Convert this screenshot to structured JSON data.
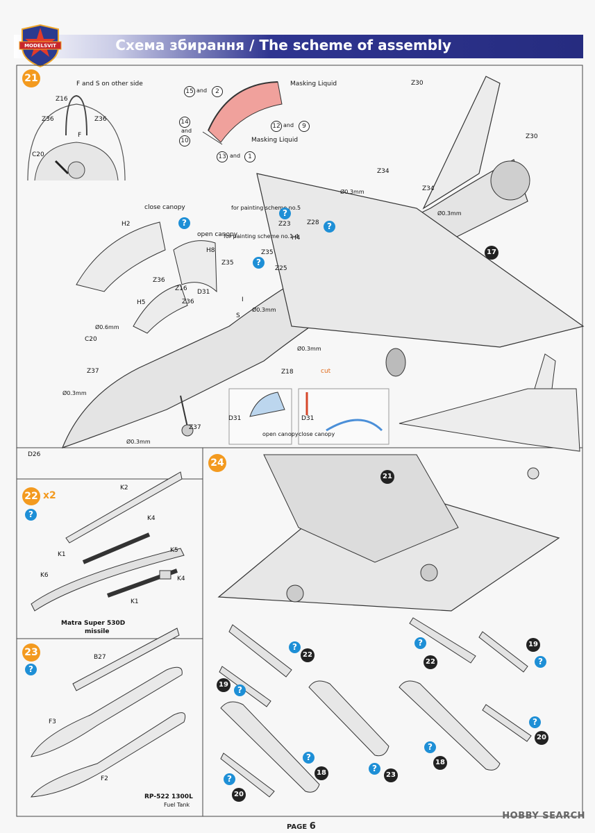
{
  "header": {
    "title": "Схема збирання / The scheme of assembly",
    "brand": "MODELSVIT"
  },
  "steps": {
    "s21": "21",
    "s22": "22",
    "s22_mult": "x2",
    "s23": "23",
    "s24": "24"
  },
  "step21": {
    "note_flare": "F and S on other side",
    "labels": {
      "z16": "Z16",
      "z36a": "Z36",
      "z36b": "Z36",
      "f": "F",
      "c20": "C20",
      "masking1": "Masking Liquid",
      "masking2": "Masking Liquid",
      "z30a": "Z30",
      "z30b": "Z30",
      "z34a": "Z34",
      "z34b": "Z34",
      "d03a": "Ø0.3mm",
      "d03b": "Ø0.3mm",
      "d03c": "Ø0.3mm",
      "d03d": "Ø0.3mm",
      "d03e": "Ø0.3mm",
      "d03f": "Ø0.3mm",
      "d06": "Ø0.6mm",
      "close_canopy": "close canopy",
      "open_canopy": "open canopy",
      "h2": "H2",
      "h8": "H8",
      "h5": "H5",
      "h4": "H4",
      "z36c": "Z36",
      "z16b": "Z16",
      "z36d": "Z36",
      "d31": "D31",
      "paint5": "for painting scheme no.5",
      "paint14": "for painting scheme no.1-4",
      "z23": "Z23",
      "z28": "Z28",
      "z35a": "Z35",
      "z35b": "Z35",
      "z25": "Z25",
      "i": "I",
      "s": "S",
      "c20b": "C20",
      "z37a": "Z37",
      "z37b": "Z37",
      "d26": "D26",
      "z18": "Z18",
      "d31b": "D31",
      "d31c": "D31",
      "open_canopy2": "open canopy",
      "close_canopy2": "close canopy",
      "cut": "cut",
      "ref17": "17"
    },
    "nums": {
      "n15": "15",
      "n2": "2",
      "n14": "14",
      "n10": "10",
      "n12": "12",
      "n9": "9",
      "n13": "13",
      "n1": "1",
      "and1": "and",
      "and2": "and",
      "and3": "and",
      "and4": "and"
    }
  },
  "step22": {
    "labels": {
      "k2": "K2",
      "k4a": "K4",
      "k5": "K5",
      "k1a": "K1",
      "k6": "K6",
      "k4b": "K4",
      "k1b": "K1"
    },
    "caption_1": "Matra Super 530D",
    "caption_2": "missile"
  },
  "step23": {
    "labels": {
      "b27": "B27",
      "f3": "F3",
      "f2": "F2"
    },
    "caption_1": "RP-522 1300L",
    "caption_2": "Fuel Tank"
  },
  "step24": {
    "refs": {
      "r21": "21",
      "r22a": "22",
      "r22b": "22",
      "r19a": "19",
      "r19b": "19",
      "r18a": "18",
      "r18b": "18",
      "r23": "23",
      "r20a": "20",
      "r20b": "20"
    }
  },
  "footer": {
    "page_label": "PAGE",
    "page_no": "6"
  },
  "watermark": "HOBBY SEARCH"
}
